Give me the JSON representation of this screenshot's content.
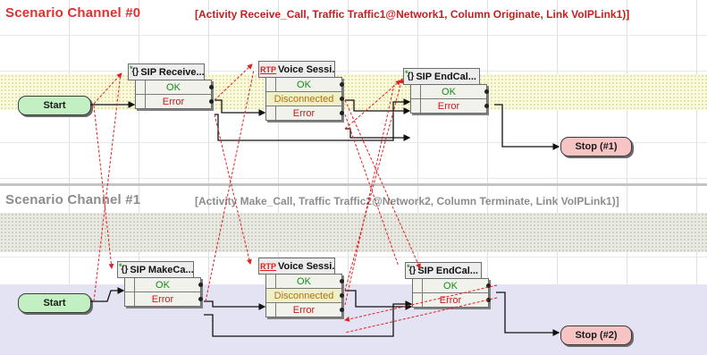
{
  "channels": [
    {
      "title": "Scenario Channel #0",
      "info": "[Activity Receive_Call, Traffic Traffic1@Network1, Column Originate, Link VoIPLink1)]",
      "start": "Start",
      "stop": "Stop (#1)",
      "activities": [
        {
          "icon": "{}",
          "label": "SIP Receive...",
          "outputs": [
            "OK",
            "Error"
          ]
        },
        {
          "icon": "RTP",
          "label": "Voice Sessi...",
          "outputs": [
            "OK",
            "Disconnected",
            "Error"
          ]
        },
        {
          "icon": "{}",
          "label": "SIP EndCal...",
          "outputs": [
            "OK",
            "Error"
          ]
        }
      ]
    },
    {
      "title": "Scenario Channel #1",
      "info": "[Activity Make_Call, Traffic Traffic2@Network2, Column Terminate, Link VoIPLink1)]",
      "start": "Start",
      "stop": "Stop (#2)",
      "activities": [
        {
          "icon": "{}",
          "label": "SIP MakeCa...",
          "outputs": [
            "OK",
            "Error"
          ]
        },
        {
          "icon": "RTP",
          "label": "Voice Sessi...",
          "outputs": [
            "OK",
            "Disconnected",
            "Error"
          ]
        },
        {
          "icon": "{}",
          "label": "SIP EndCal...",
          "outputs": [
            "OK",
            "Error"
          ]
        }
      ]
    }
  ],
  "colors": {
    "title_active": "#e03030",
    "title_inactive": "#8c8c8c",
    "start_fill": "#c3f0c3",
    "stop_fill": "#f7c4c4",
    "sync_link": "#e02020",
    "ok_text": "#138a13",
    "error_text": "#c41a1a",
    "disconnected_text": "#b07400"
  }
}
